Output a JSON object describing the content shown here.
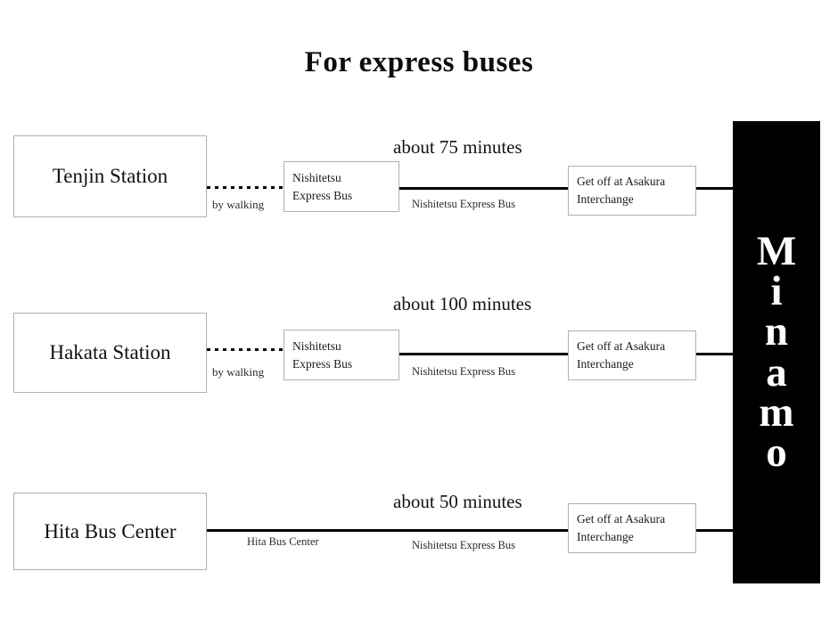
{
  "title": "For express buses",
  "destination": {
    "name": "Minamo",
    "letters": [
      "M",
      "i",
      "n",
      "a",
      "m",
      "o"
    ],
    "background_color": "#000000",
    "text_color": "#ffffff"
  },
  "routes": [
    {
      "origin": "Tenjin Station",
      "first_leg": {
        "label": "by walking",
        "line_style": "dotted"
      },
      "transfer_box": {
        "line1": "Nishitetsu",
        "line2": "Express Bus"
      },
      "duration": "about 75 minutes",
      "second_leg": {
        "label": "Nishitetsu Express Bus",
        "line_style": "solid"
      },
      "exit_box": {
        "line1": "Get off at Asakura",
        "line2": "Interchange"
      }
    },
    {
      "origin": "Hakata Station",
      "first_leg": {
        "label": "by walking",
        "line_style": "dotted"
      },
      "transfer_box": {
        "line1": "Nishitetsu",
        "line2": "Express Bus"
      },
      "duration": "about 100 minutes",
      "second_leg": {
        "label": "Nishitetsu Express Bus",
        "line_style": "solid"
      },
      "exit_box": {
        "line1": "Get off at Asakura",
        "line2": "Interchange"
      }
    },
    {
      "origin": "Hita Bus Center",
      "first_leg": {
        "label": "Hita Bus Center",
        "line_style": "solid"
      },
      "transfer_box": null,
      "duration": "about 50 minutes",
      "second_leg": {
        "label": "Nishitetsu Express Bus",
        "line_style": "solid"
      },
      "exit_box": {
        "line1": "Get off at Asakura",
        "line2": "Interchange"
      }
    }
  ]
}
